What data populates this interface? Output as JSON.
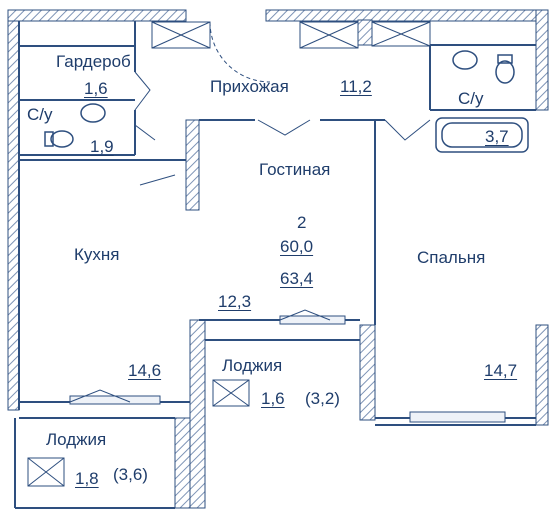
{
  "colors": {
    "line": "#2e4f7f",
    "text": "#1f3d6b",
    "hatch": "#7d93b5",
    "background": "#ffffff"
  },
  "rooms": {
    "wardrobe": {
      "name": "Гардероб",
      "area": "1,6"
    },
    "hall": {
      "name": "Прихожая",
      "area": "11,2"
    },
    "bath_left": {
      "name": "С/у",
      "area": "1,9"
    },
    "bath_right": {
      "name": "С/у",
      "area": "3,7"
    },
    "living": {
      "name": "Гостиная",
      "area": "12,3"
    },
    "kitchen": {
      "name": "Кухня",
      "area": "14,6"
    },
    "bedroom": {
      "name": "Спальня",
      "area": "14,7"
    },
    "loggia_center": {
      "name": "Лоджия",
      "area": "1,6",
      "area_full": "(3,2)"
    },
    "loggia_left": {
      "name": "Лоджия",
      "area": "1,8",
      "area_full": "(3,6)"
    }
  },
  "summary": {
    "rooms_count": "2",
    "living_area": "60,0",
    "total_area": "63,4"
  }
}
